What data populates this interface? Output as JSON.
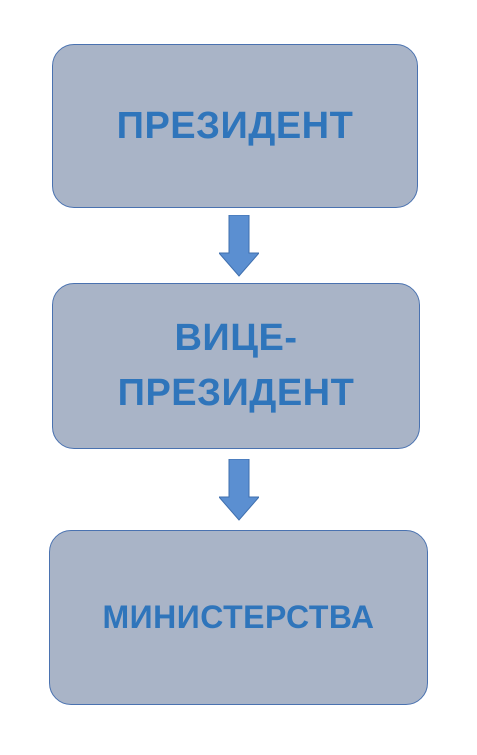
{
  "diagram": {
    "nodes": [
      {
        "id": "president",
        "label": "ПРЕЗИДЕНТ"
      },
      {
        "id": "vice_president",
        "label_line1": "ВИЦЕ-",
        "label_line2": "ПРЕЗИДЕНТ"
      },
      {
        "id": "ministries",
        "label": "МИНИСТЕРСТВА"
      }
    ],
    "edges": [
      {
        "from": "president",
        "to": "vice_president"
      },
      {
        "from": "vice_president",
        "to": "ministries"
      }
    ]
  },
  "colors": {
    "box_fill": "#a9b4c7",
    "box_border": "#4a72b0",
    "text": "#2f75bb",
    "arrow": "#5b8fd1"
  }
}
